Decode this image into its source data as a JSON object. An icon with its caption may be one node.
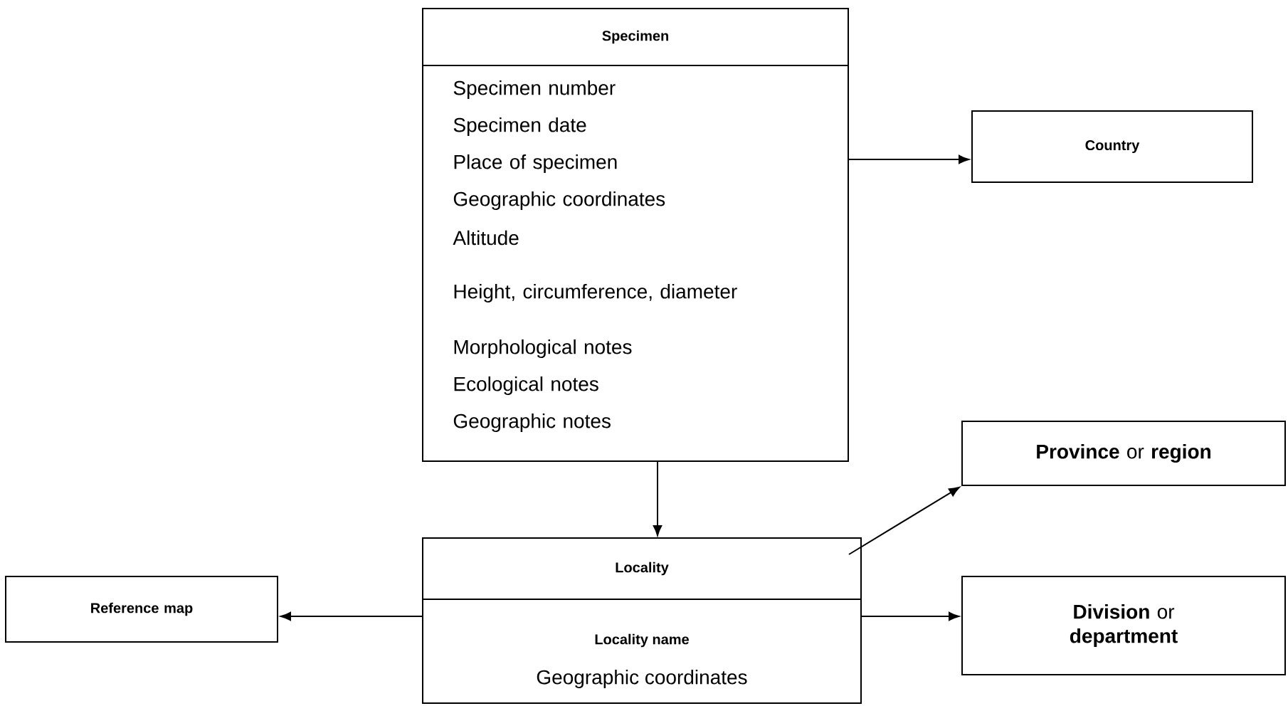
{
  "diagram": {
    "nodes": [
      {
        "text": [
          "Specimen",
          "Specimen number",
          "Specimen date",
          "Place of specimen",
          "Geographic coordinates",
          "Altitude",
          "Height, circumference, diameter",
          "Morphological notes",
          "Ecological notes",
          "Geographic notes"
        ]
      },
      {
        "text": [
          "Country"
        ]
      },
      {
        "text": [
          "**Province** or **region**"
        ]
      },
      {
        "text": [
          "Reference map"
        ]
      },
      {
        "text": [
          "Locality",
          "Locality name",
          "Geographic coordinates"
        ]
      },
      {
        "text": [
          "**Division** or **department**"
        ]
      }
    ],
    "edges": [
      {
        "from": 0,
        "to": 1,
        "arrow": "to"
      },
      {
        "from": 0,
        "to": 4,
        "arrow": "to"
      },
      {
        "from": 4,
        "to": 2,
        "arrow": "to"
      },
      {
        "from": 4,
        "to": 3,
        "arrow": "to"
      },
      {
        "from": 4,
        "to": 5,
        "arrow": "to"
      }
    ]
  }
}
